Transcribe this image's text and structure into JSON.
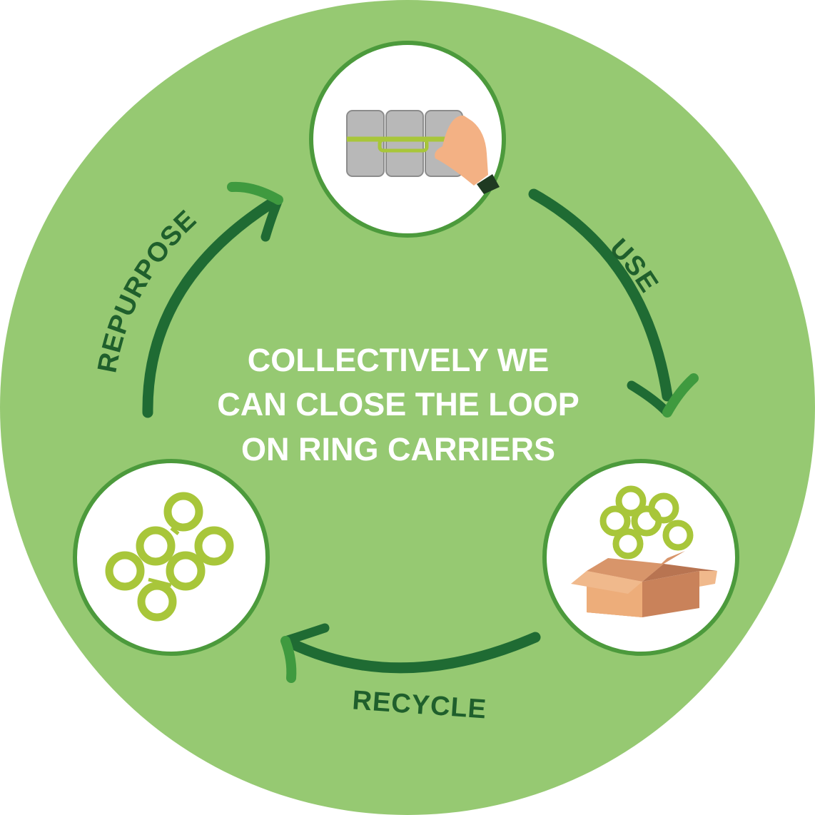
{
  "colors": {
    "background_disc": "#96c972",
    "arrow_dark": "#1f6b33",
    "arrow_tip": "#3f9a3f",
    "node_ring": "#4c9a3c",
    "ring_carrier": "#a8c63a",
    "can": "#b8b8b8",
    "box": "#e9a977",
    "label_text": "#1f5f2c",
    "center_text": "#ffffff"
  },
  "center_message": {
    "line1": "COLLECTIVELY WE",
    "line2": "CAN CLOSE THE LOOP",
    "line3": "ON RING CARRIERS"
  },
  "steps": [
    {
      "label": "USE",
      "icon": "cans-with-ring-carrier-icon"
    },
    {
      "label": "RECYCLE",
      "icon": "ring-carrier-in-box-icon"
    },
    {
      "label": "REPURPOSE",
      "icon": "six-ring-carrier-icon"
    }
  ]
}
